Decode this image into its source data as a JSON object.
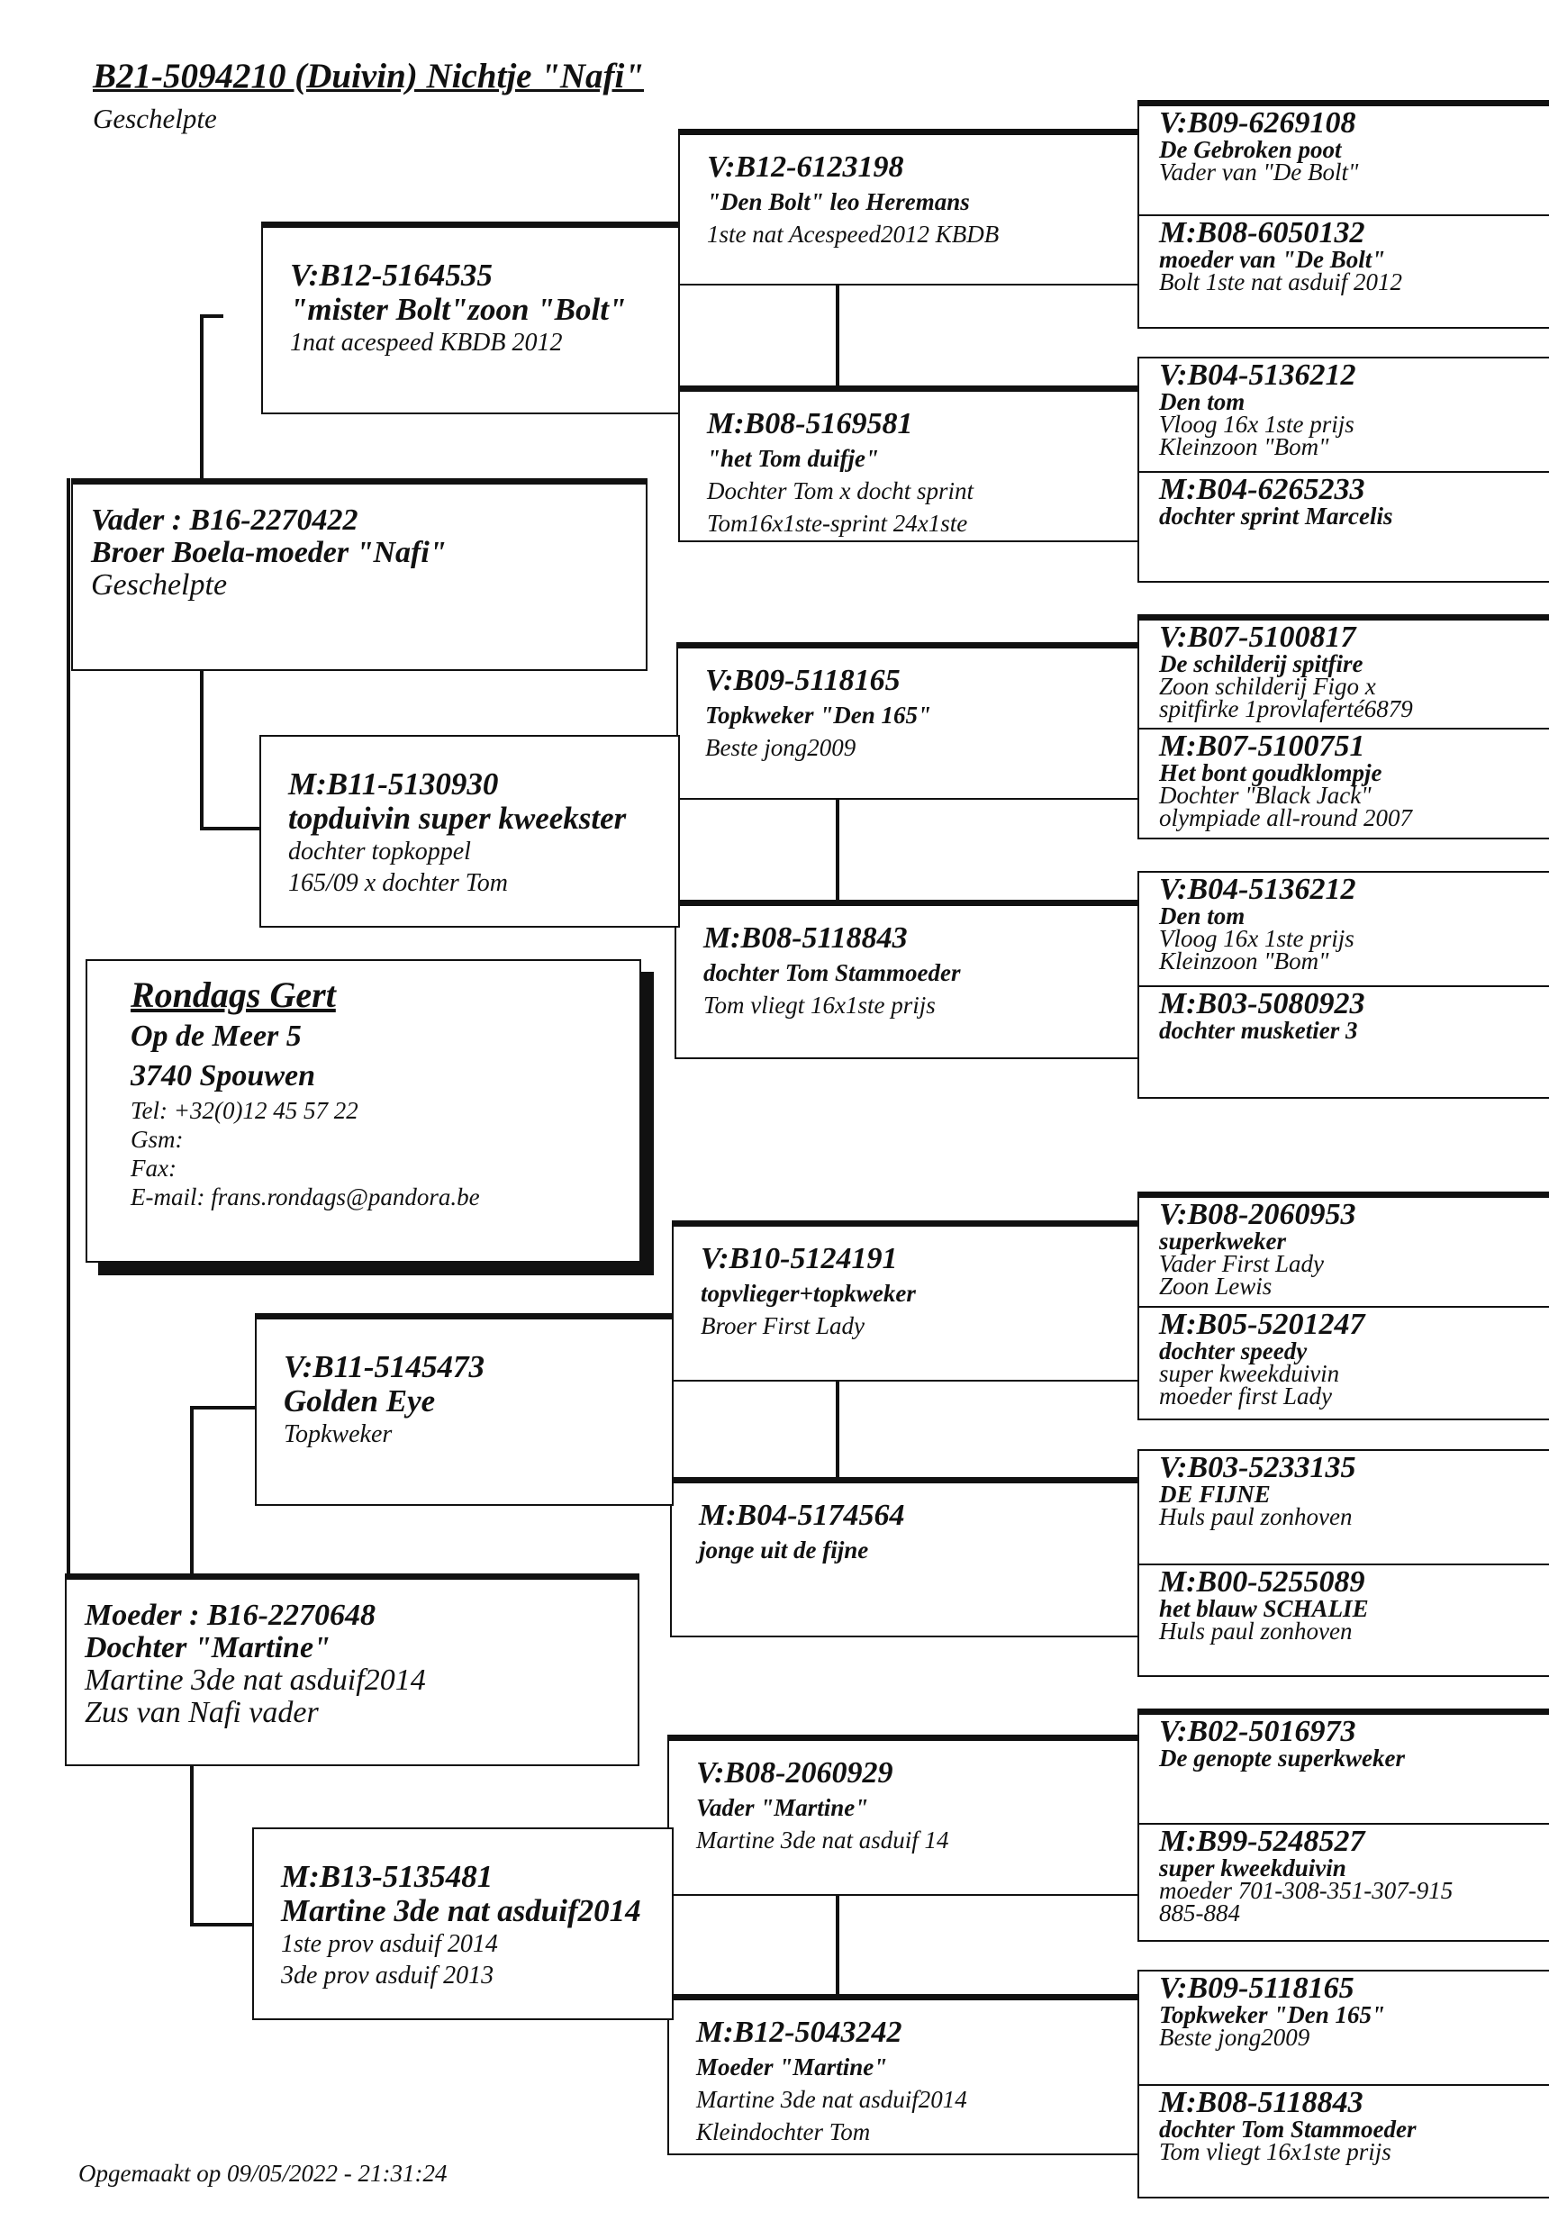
{
  "title": "B21-5094210 (Duivin) Nichtje \"Nafi\"",
  "subtitle": "Geschelpte",
  "footer": "Opgemaakt op 09/05/2022 - 21:31:24",
  "owner": {
    "name": "Rondags Gert",
    "street": "Op de Meer 5",
    "city": "3740 Spouwen",
    "tel": "Tel: +32(0)12 45 57 22",
    "gsm": "Gsm:",
    "fax": "Fax:",
    "email": "E-mail: frans.rondags@pandora.be"
  },
  "gen1": [
    {
      "id": "Vader : B16-2270422",
      "name": "Broer Boela-moeder \"Nafi\"",
      "notes": [
        "Geschelpte"
      ]
    },
    {
      "id": "Moeder : B16-2270648",
      "name": "Dochter \"Martine\"",
      "notes": [
        "Martine 3de nat asduif2014",
        "Zus van Nafi vader"
      ]
    }
  ],
  "gen2": [
    {
      "id": "V:B12-5164535",
      "name": "\"mister Bolt\"zoon \"Bolt\"",
      "notes": [
        "1nat acespeed KBDB 2012"
      ]
    },
    {
      "id": "M:B11-5130930",
      "name": "topduivin super kweekster",
      "notes": [
        "dochter topkoppel",
        "165/09 x dochter Tom"
      ]
    },
    {
      "id": "V:B11-5145473",
      "name": "Golden Eye",
      "notes": [
        "Topkweker"
      ]
    },
    {
      "id": "M:B13-5135481",
      "name": "Martine 3de nat asduif2014",
      "notes": [
        "1ste prov asduif 2014",
        "3de prov asduif 2013"
      ]
    }
  ],
  "gen3": [
    {
      "id": "V:B12-6123198",
      "name": "\"Den Bolt\" leo Heremans",
      "notes": [
        "1ste nat Acespeed2012 KBDB"
      ]
    },
    {
      "id": "M:B08-5169581",
      "name": "\"het Tom duifje\"",
      "notes": [
        "Dochter Tom x docht sprint",
        "Tom16x1ste-sprint 24x1ste"
      ]
    },
    {
      "id": "V:B09-5118165",
      "name": "Topkweker \"Den 165\"",
      "notes": [
        "Beste jong2009"
      ]
    },
    {
      "id": "M:B08-5118843",
      "name": "dochter Tom Stammoeder",
      "notes": [
        "Tom vliegt 16x1ste prijs"
      ]
    },
    {
      "id": "V:B10-5124191",
      "name": "topvlieger+topkweker",
      "notes": [
        "Broer First Lady"
      ]
    },
    {
      "id": "M:B04-5174564",
      "name": "jonge uit de fijne",
      "notes": []
    },
    {
      "id": "V:B08-2060929",
      "name": "Vader \"Martine\"",
      "notes": [
        "Martine 3de nat asduif 14"
      ]
    },
    {
      "id": "M:B12-5043242",
      "name": "Moeder \"Martine\"",
      "notes": [
        "Martine 3de nat asduif2014",
        "Kleindochter Tom"
      ]
    }
  ],
  "gen4": [
    {
      "id": "V:B09-6269108",
      "name": "De Gebroken poot",
      "notes": [
        "Vader van \"De Bolt\""
      ]
    },
    {
      "id": "M:B08-6050132",
      "name": "moeder van \"De Bolt\"",
      "notes": [
        "Bolt 1ste nat asduif 2012"
      ]
    },
    {
      "id": "V:B04-5136212",
      "name": "Den tom",
      "notes": [
        "Vloog 16x 1ste prijs",
        "Kleinzoon \"Bom\""
      ]
    },
    {
      "id": "M:B04-6265233",
      "name": "dochter sprint Marcelis",
      "notes": []
    },
    {
      "id": "V:B07-5100817",
      "name": "De schilderij spitfire",
      "notes": [
        "Zoon schilderij Figo x",
        "spitfirke 1provlaferté6879"
      ]
    },
    {
      "id": "M:B07-5100751",
      "name": "Het bont goudklompje",
      "notes": [
        "Dochter \"Black Jack\"",
        "olympiade all-round 2007"
      ]
    },
    {
      "id": "V:B04-5136212",
      "name": "Den tom",
      "notes": [
        "Vloog 16x 1ste prijs",
        "Kleinzoon \"Bom\""
      ]
    },
    {
      "id": "M:B03-5080923",
      "name": "dochter musketier 3",
      "notes": []
    },
    {
      "id": "V:B08-2060953",
      "name": "superkweker",
      "notes": [
        "Vader First Lady",
        "Zoon Lewis"
      ]
    },
    {
      "id": "M:B05-5201247",
      "name": "dochter speedy",
      "notes": [
        "super kweekduivin",
        "moeder first Lady"
      ]
    },
    {
      "id": "V:B03-5233135",
      "name": "DE FIJNE",
      "notes": [
        "Huls paul zonhoven"
      ]
    },
    {
      "id": "M:B00-5255089",
      "name": "het blauw SCHALIE",
      "notes": [
        "Huls paul zonhoven"
      ]
    },
    {
      "id": "V:B02-5016973",
      "name": "De genopte superkweker",
      "notes": []
    },
    {
      "id": "M:B99-5248527",
      "name": "super kweekduivin",
      "notes": [
        "moeder 701-308-351-307-915",
        "885-884"
      ]
    },
    {
      "id": "V:B09-5118165",
      "name": "Topkweker \"Den 165\"",
      "notes": [
        "Beste jong2009"
      ]
    },
    {
      "id": "M:B08-5118843",
      "name": "dochter Tom Stammoeder",
      "notes": [
        "Tom vliegt 16x1ste prijs"
      ]
    }
  ]
}
